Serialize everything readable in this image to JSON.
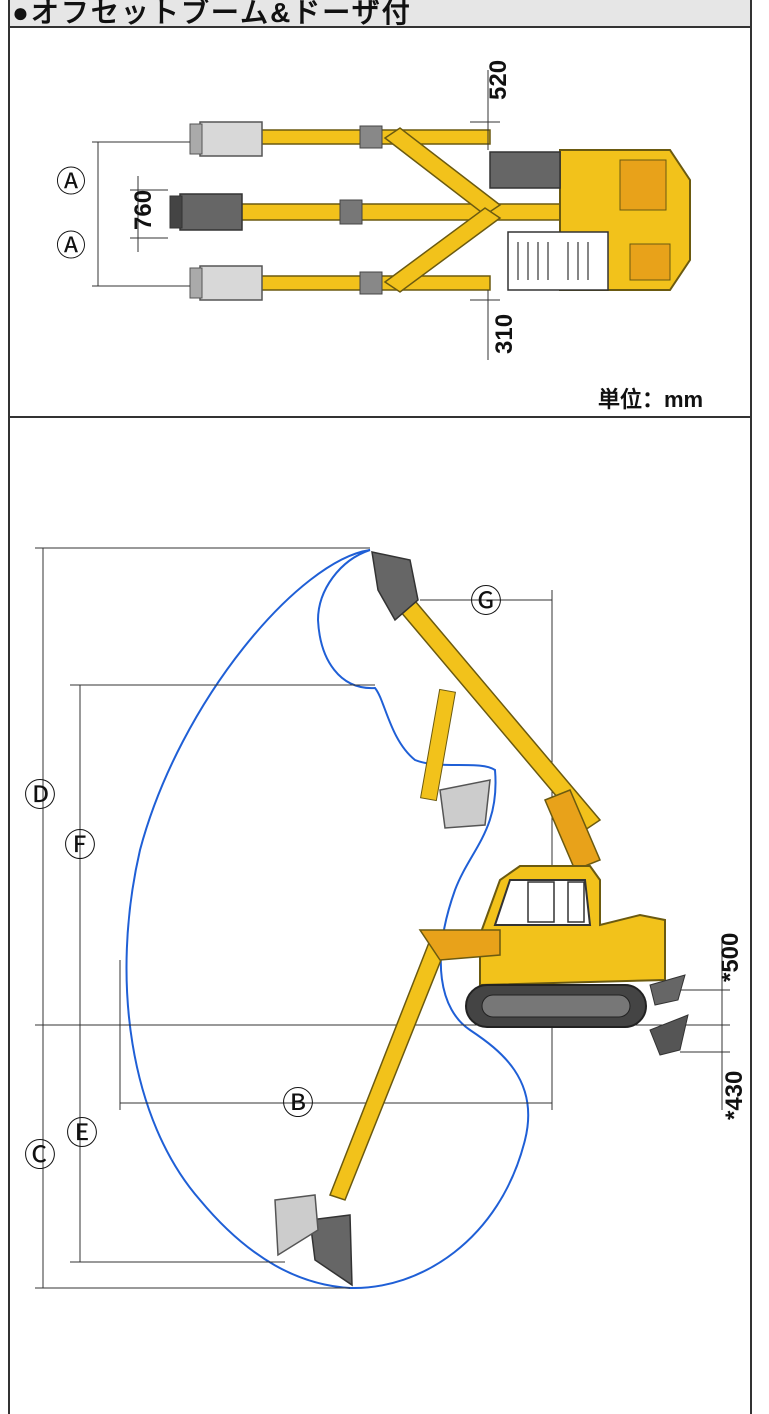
{
  "header": {
    "title": "●オフセットブーム&ドーザ付"
  },
  "top_view": {
    "dim_top": "520",
    "dim_bottom": "310",
    "dim_center": "760",
    "label_a_upper": "Ⓐ",
    "label_a_lower": "Ⓐ",
    "unit": "単位：mm"
  },
  "side_view": {
    "label_d": "Ⓓ",
    "label_f": "Ⓕ",
    "label_c": "Ⓒ",
    "label_e": "Ⓔ",
    "label_b": "Ⓑ",
    "label_g": "Ⓖ",
    "dim_dozer_up": "*500",
    "dim_dozer_down": "*430"
  },
  "colors": {
    "machine_yellow": "#f2c21b",
    "machine_orange": "#e8a21a",
    "envelope_blue": "#1f5fd6",
    "dark": "#333333"
  }
}
